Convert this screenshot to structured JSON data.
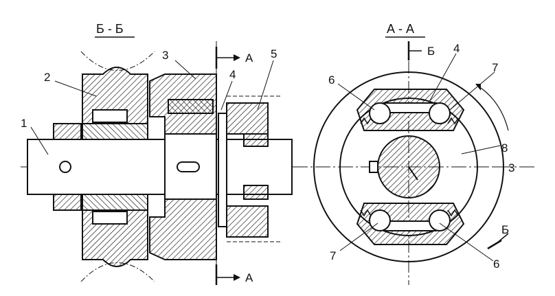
{
  "section_labels": {
    "left": "Б - Б",
    "right": "А - А"
  },
  "cut_marks": {
    "a_top": "А",
    "a_bottom": "А",
    "b_top": "Б",
    "b_bottom": "Б"
  },
  "callouts": {
    "left": {
      "n1": "1",
      "n2": "2",
      "n3": "3",
      "n4": "4",
      "n5": "5"
    },
    "right": {
      "n6a": "6",
      "n4": "4",
      "n7a": "7",
      "n8": "8",
      "n3": "3",
      "n7b": "7",
      "n6b": "6"
    }
  }
}
